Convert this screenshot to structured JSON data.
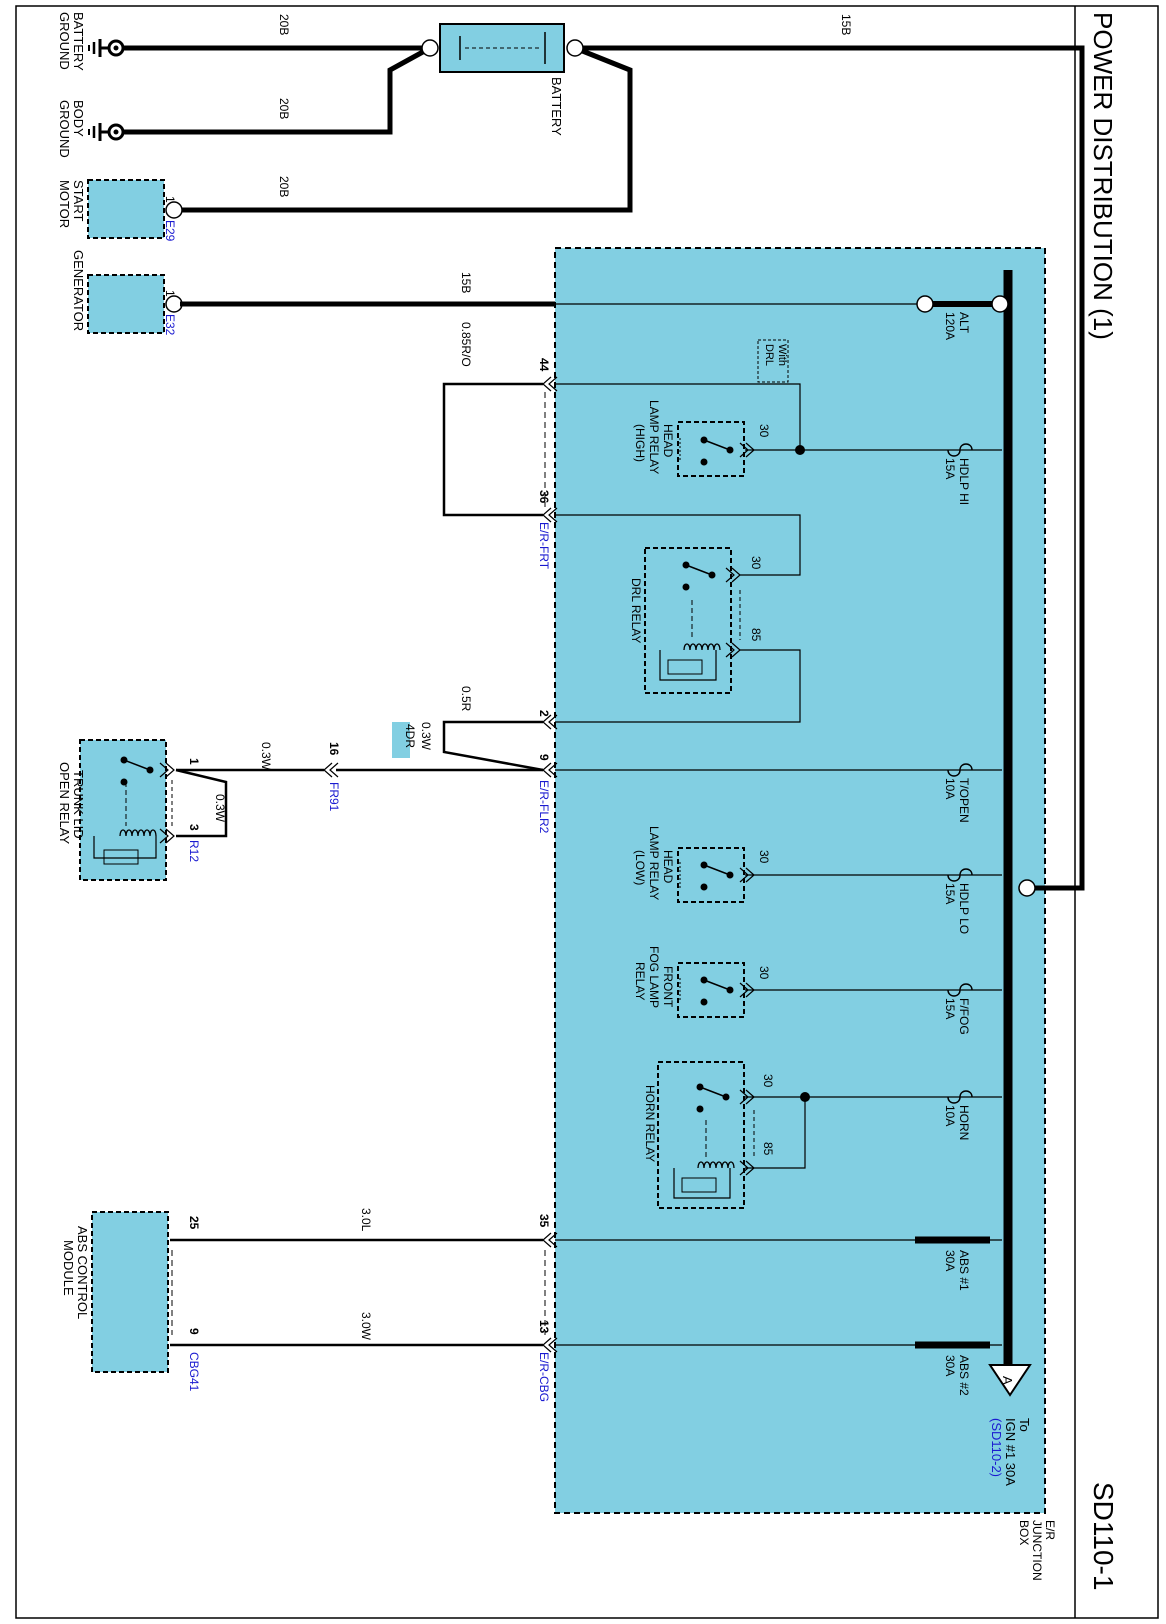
{
  "title": "POWER DISTRIBUTION (1)",
  "page_code": "SD110-1",
  "colors": {
    "box_fill": "#82CFE2",
    "wire": "#000000",
    "connector_id": "#1a1ad0"
  },
  "top": {
    "battery_ground": [
      "BATTERY",
      "GROUND"
    ],
    "body_ground": [
      "BODY",
      "GROUND"
    ],
    "start_motor": [
      "START",
      "MOTOR"
    ],
    "generator": "GENERATOR",
    "battery": "BATTERY",
    "wire_20b": "20B",
    "wire_15b": "15B",
    "e29": "E29",
    "e32": "E32",
    "pin1": "1"
  },
  "junction": {
    "name": [
      "E/R",
      "JUNCTION",
      "BOX"
    ],
    "alt": [
      "ALT",
      "120A"
    ],
    "with_drl": [
      "With",
      "DRL"
    ],
    "fuses": [
      [
        "HDLP HI",
        "15A"
      ],
      [
        "T/OPEN",
        "10A"
      ],
      [
        "HDLP LO",
        "15A"
      ],
      [
        "F/FOG",
        "15A"
      ],
      [
        "HORN",
        "10A"
      ],
      [
        "ABS #1",
        "30A"
      ],
      [
        "ABS #2",
        "30A"
      ]
    ],
    "relays": {
      "hdlp_high": [
        "HEAD",
        "LAMP RELAY",
        "(HIGH)"
      ],
      "drl": "DRL RELAY",
      "hdlp_low": [
        "HEAD",
        "LAMP RELAY",
        "(LOW)"
      ],
      "ffog": [
        "FRONT",
        "FOG LAMP",
        "RELAY"
      ],
      "horn": "HORN RELAY"
    },
    "pin30": "30",
    "pin85": "85",
    "to_ign": [
      "To",
      "IGN #1 30A"
    ],
    "sd_ref": "(SD110-2)",
    "arrow_letter": "A"
  },
  "connectors": {
    "er_frt": "E/R-FRT",
    "er_flr2": "E/R-FLR2",
    "er_cbg": "E/R-CBG",
    "fr91": "FR91",
    "r12": "R12",
    "cbg41": "CBG41"
  },
  "pins": {
    "p44": "44",
    "p36": "36",
    "p2": "2",
    "p9": "9",
    "p16": "16",
    "p1": "1",
    "p3": "3",
    "p35": "35",
    "p13": "13",
    "p25": "25",
    "p9b": "9"
  },
  "wires": {
    "w085ro": "0.85R/O",
    "w05r": "0.5R",
    "w03w": "0.3W",
    "w30l": "3.0L",
    "w30w": "3.0W",
    "tag_4dr": "4DR"
  },
  "modules": {
    "trunk": [
      "TRUNK LID",
      "OPEN RELAY"
    ],
    "abs": [
      "ABS CONTROL",
      "MODULE"
    ]
  }
}
